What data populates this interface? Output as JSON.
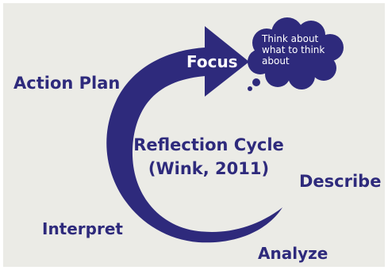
{
  "labels": {
    "action_plan": "Action Plan",
    "describe": "Describe",
    "interpret": "Interpret",
    "analyze": "Analyze",
    "focus": "Focus",
    "center_line1": "Reflection Cycle",
    "center_line2": "(Wink, 2011)",
    "cloud_line1": "Think about",
    "cloud_line2": "what to think",
    "cloud_line3": "about"
  },
  "colors": {
    "navy": "#2e2a7c",
    "panel": "#ebebe6",
    "white": "#ffffff"
  }
}
